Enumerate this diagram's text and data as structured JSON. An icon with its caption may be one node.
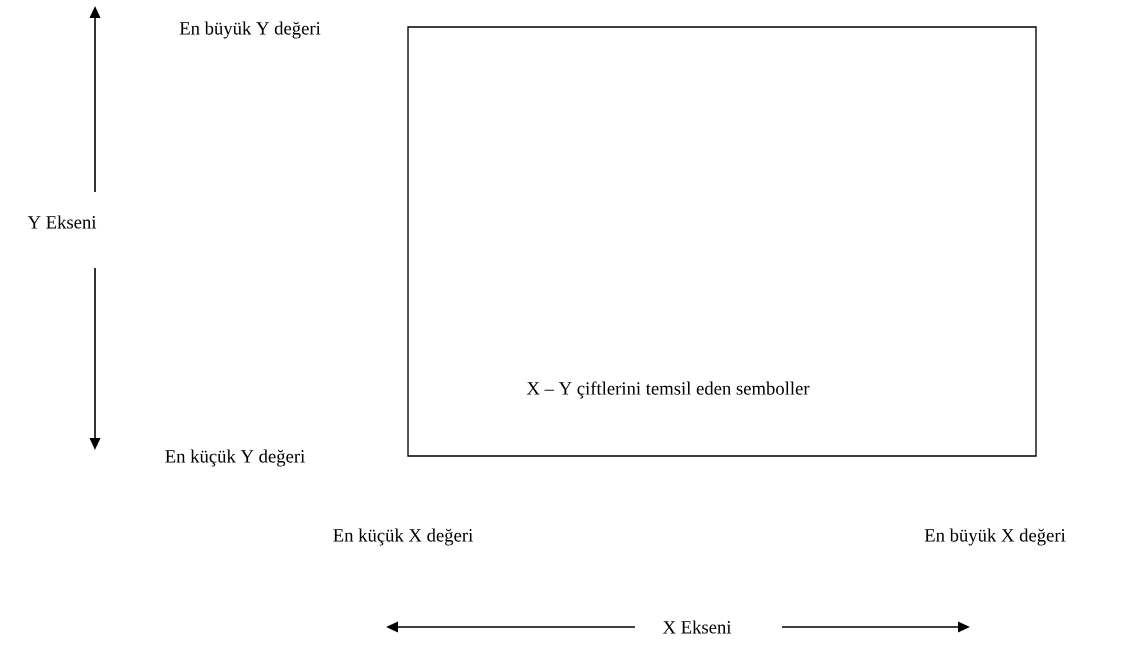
{
  "diagram": {
    "nodes": [
      {
        "text": [
          "X – Y çiftlerini temsil eden semboller"
        ]
      }
    ],
    "labels": [
      "En büyük Y değeri",
      "Y Ekseni",
      "En küçük Y değeri",
      "En küçük X değeri",
      "En büyük X değeri",
      "X Ekseni"
    ]
  }
}
